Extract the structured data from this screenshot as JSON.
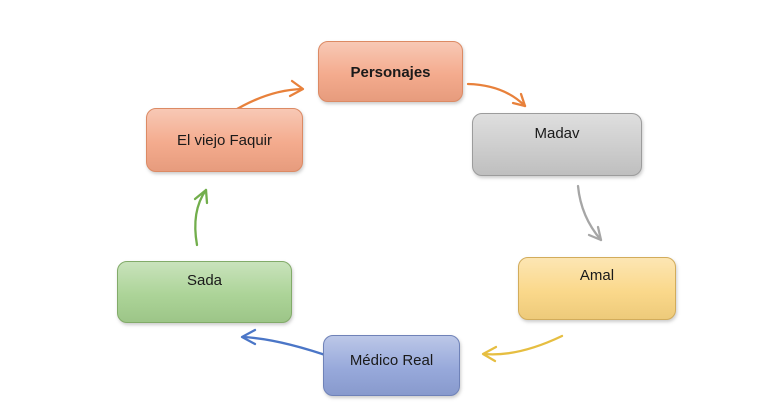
{
  "diagram": {
    "type": "cycle",
    "background_color": "#ffffff",
    "text_color": "#1a1a1a",
    "nodes": [
      {
        "id": "personajes",
        "label": "Personajes",
        "fill": "#F3A484",
        "border": "#DC8A64",
        "bold": true
      },
      {
        "id": "madav",
        "label": "Madav",
        "fill": "#C9C9C9",
        "border": "#9C9C9C",
        "bold": false
      },
      {
        "id": "amal",
        "label": "Amal",
        "fill": "#FAD581",
        "border": "#D2AC5B",
        "bold": false
      },
      {
        "id": "medico-real",
        "label": "Médico Real",
        "fill": "#8FA2D8",
        "border": "#6F82B8",
        "bold": false
      },
      {
        "id": "sada",
        "label": "Sada",
        "fill": "#A5D08F",
        "border": "#82AB69",
        "bold": false
      },
      {
        "id": "el-viejo-faquir",
        "label": "El viejo Faquir",
        "fill": "#F3A484",
        "border": "#DC8A64",
        "bold": false
      }
    ],
    "arrows": [
      {
        "from": "Personajes",
        "to": "Madav",
        "color": "#E8813B"
      },
      {
        "from": "Madav",
        "to": "Amal",
        "color": "#A6A6A6"
      },
      {
        "from": "Amal",
        "to": "Médico Real",
        "color": "#E6BE41"
      },
      {
        "from": "Médico Real",
        "to": "Sada",
        "color": "#4B76C7"
      },
      {
        "from": "Sada",
        "to": "El viejo Faquir",
        "color": "#72AE4C"
      },
      {
        "from": "El viejo Faquir",
        "to": "Personajes",
        "color": "#E8813B"
      }
    ]
  }
}
